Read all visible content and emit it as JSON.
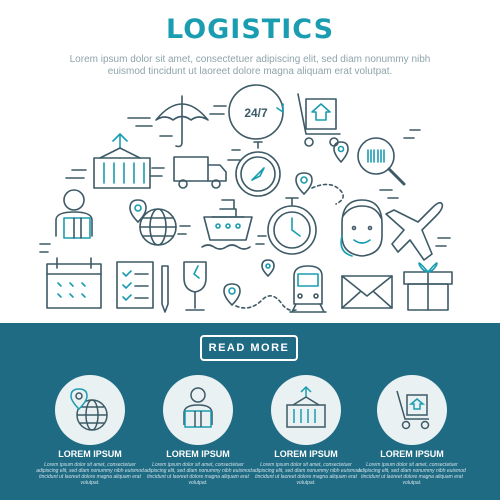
{
  "header": {
    "title": "LOGISTICS",
    "subtitle": "Lorem ipsum dolor sit amet, consectetuer adipiscing elit, sed diam nonummy nibh euismod tincidunt ut laoreet dolore magna aliquam erat volutpat."
  },
  "hero": {
    "badge_247": "24/7"
  },
  "cta": {
    "read_more": "READ MORE"
  },
  "features": [
    {
      "title": "LOREM IPSUM",
      "text": "Lorem ipsum dolor sit amet, consectetuer adipiscing elit, sed diam nonummy nibh euismod tincidunt ut laoreet dolore magna aliquam erat volutpat.",
      "icon": "globe-location-icon"
    },
    {
      "title": "LOREM IPSUM",
      "text": "Lorem ipsum dolor sit amet, consectetuer adipiscing elit, sed diam nonummy nibh euismod tincidunt ut laoreet dolore magna aliquam erat volutpat.",
      "icon": "courier-box-icon"
    },
    {
      "title": "LOREM IPSUM",
      "text": "Lorem ipsum dolor sit amet, consectetuer adipiscing elit, sed diam nonummy nibh euismod tincidunt ut laoreet dolore magna aliquam erat volutpat.",
      "icon": "container-icon"
    },
    {
      "title": "LOREM IPSUM",
      "text": "Lorem ipsum dolor sit amet, consectetuer adipiscing elit, sed diam nonummy nibh euismod tincidunt ut laoreet dolore magna aliquam erat volutpat.",
      "icon": "hand-truck-icon"
    }
  ],
  "colors": {
    "accent": "#1a9db0",
    "stroke": "#3d5a66",
    "band": "#1f6b84"
  }
}
